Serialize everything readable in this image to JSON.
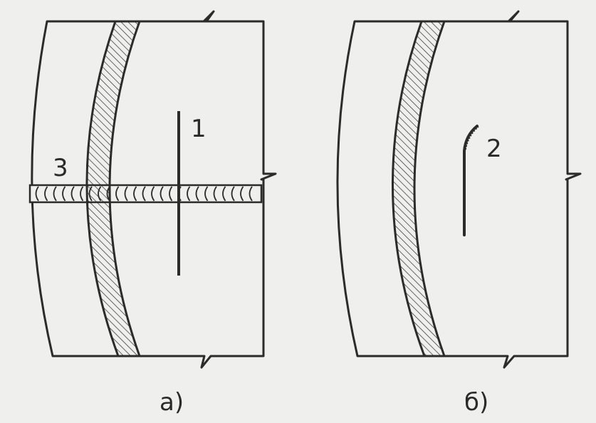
{
  "diagram": {
    "panels": [
      {
        "caption": "а)",
        "labels": [
          {
            "text": "1"
          },
          {
            "text": "3"
          }
        ]
      },
      {
        "caption": "б)",
        "labels": [
          {
            "text": "2"
          }
        ]
      }
    ],
    "colors": {
      "ink": "#2b2b2b",
      "paper": "#efefed"
    }
  }
}
